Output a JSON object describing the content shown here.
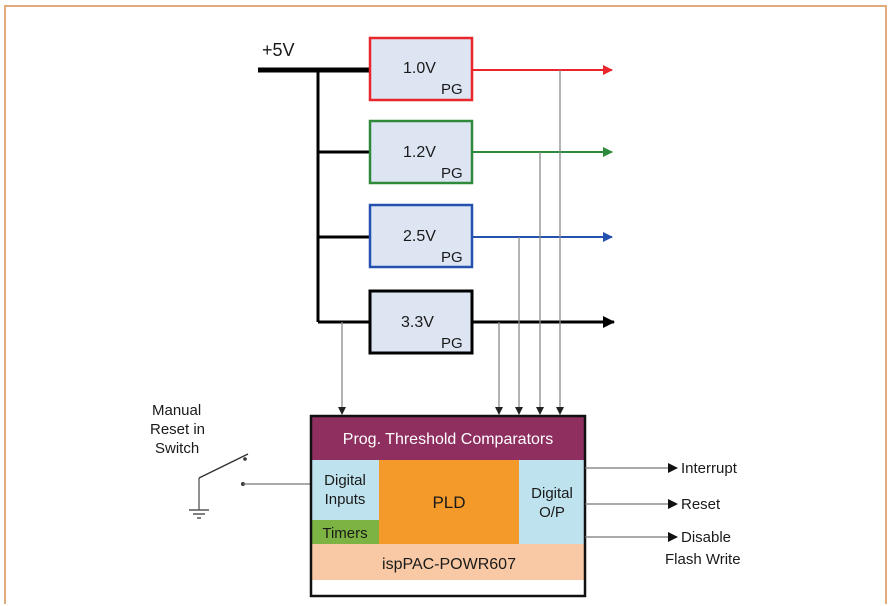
{
  "supply": {
    "label": "+5V"
  },
  "regulators": [
    {
      "voltage": "1.0V",
      "pg": "PG",
      "color": "#e8262b"
    },
    {
      "voltage": "1.2V",
      "pg": "PG",
      "color": "#2e8a3a"
    },
    {
      "voltage": "2.5V",
      "pg": "PG",
      "color": "#2450b0"
    },
    {
      "voltage": "3.3V",
      "pg": "PG",
      "color": "#000000"
    }
  ],
  "manual_reset": {
    "line1": "Manual",
    "line2": "Reset in",
    "line3": "Switch"
  },
  "chip": {
    "comparators": "Prog. Threshold Comparators",
    "digital_inputs": {
      "line1": "Digital",
      "line2": "Inputs"
    },
    "timers": "Timers",
    "pld": "PLD",
    "digital_op": {
      "line1": "Digital",
      "line2": "O/P"
    },
    "name": "ispPAC-POWR607"
  },
  "outputs": {
    "interrupt": "Interrupt",
    "reset": "Reset",
    "disable": {
      "line1": "Disable",
      "line2": "Flash Write"
    }
  },
  "colors": {
    "frame": "#e1aa7a",
    "regulator_fill": "#dde5f3",
    "comparators": "#8e2f60",
    "digital_io": "#bfe3ee",
    "timers": "#7cb342",
    "pld": "#f39a2a",
    "chip_name": "#f8c9a4"
  }
}
